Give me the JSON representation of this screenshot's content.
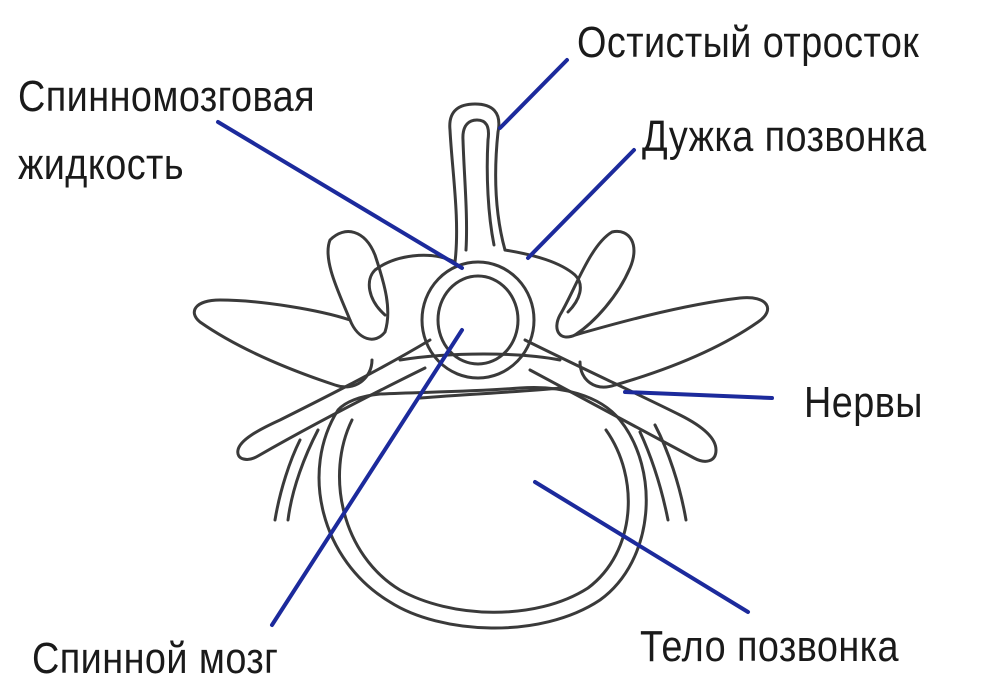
{
  "labels": {
    "spinous_process": "Остистый  отросток",
    "csf_line1": "Спинномозговая",
    "csf_line2": "жидкость",
    "vertebral_arch": "Дужка позвонка",
    "nerves": "Нервы",
    "spinal_cord": "Спинной  мозг",
    "vertebral_body": "Тело позвонка"
  },
  "colors": {
    "leader_line": "#1c2a9c",
    "outline": "#3a3a3a",
    "background": "#ffffff"
  }
}
